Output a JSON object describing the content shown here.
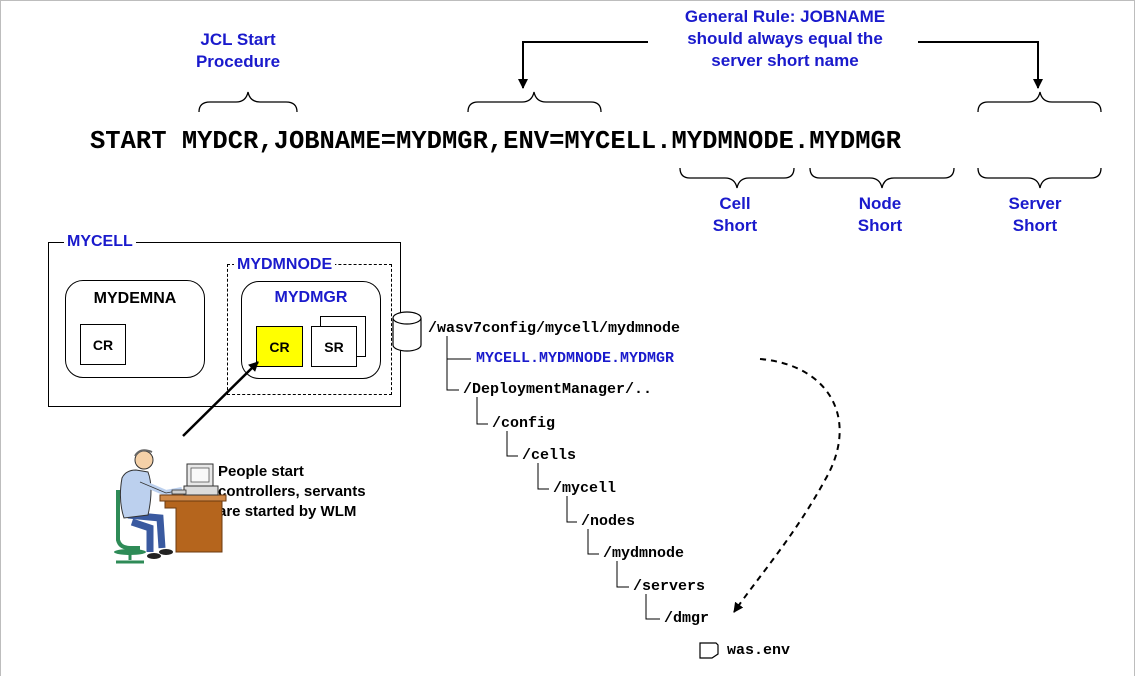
{
  "labels": {
    "jcl_start_line1": "JCL Start",
    "jcl_start_line2": "Procedure",
    "general_rule_line1": "General Rule: JOBNAME",
    "general_rule_line2": "should always equal the",
    "general_rule_line3": "server short name",
    "cell_short_line1": "Cell",
    "cell_short_line2": "Short",
    "node_short_line1": "Node",
    "node_short_line2": "Short",
    "server_short_line1": "Server",
    "server_short_line2": "Short"
  },
  "command": {
    "start": "START",
    "proc": "MYDCR",
    "jobname_part": ",JOBNAME=MYDMGR,ENV=",
    "cell": "MYCELL",
    "dot1": ".",
    "node": "MYDMNODE",
    "dot2": ".",
    "server": "MYDMGR"
  },
  "cell_diagram": {
    "cell_label": "MYCELL",
    "node_label": "MYDMNODE",
    "server_left_label": "MYDEMNA",
    "server_right_label": "MYDMGR",
    "cr_left": "CR",
    "cr_right": "CR",
    "sr": "SR"
  },
  "people_note": {
    "line1": "People start",
    "line2": "controllers, servants",
    "line3": "are started by WLM"
  },
  "tree": {
    "root": "/wasv7config/mycell/mydmnode",
    "symlink": "MYCELL.MYDMNODE.MYDMGR",
    "deployment": "/DeploymentManager/..",
    "config": "/config",
    "cells": "/cells",
    "mycell": "/mycell",
    "nodes": "/nodes",
    "mydmnode": "/mydmnode",
    "servers": "/servers",
    "dmgr": "/dmgr",
    "file": "was.env"
  },
  "colors": {
    "label_blue": "#1a1acc",
    "cr_highlight": "#ffff00"
  }
}
